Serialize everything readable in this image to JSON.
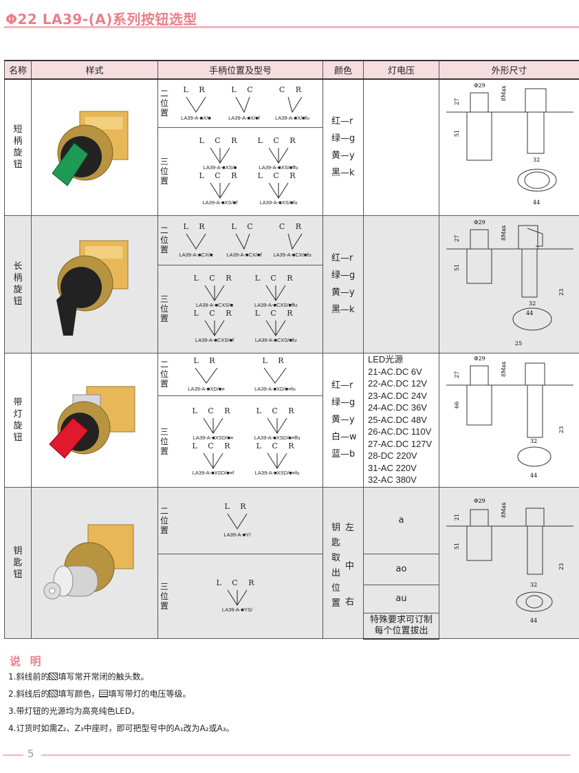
{
  "header": {
    "title": "Φ22 LA39-(A)系列按钮选型"
  },
  "table": {
    "columns": [
      "名称",
      "样式",
      "手柄位置及型号",
      "颜色",
      "灯电压",
      "外形尺寸"
    ],
    "rows": [
      {
        "name": "短柄旋钮",
        "two_pos_label": "二位置",
        "three_pos_label": "三位置",
        "two_pos": [
          {
            "label": "L R",
            "model": "LA39-A-■X/■"
          },
          {
            "label": "L C",
            "model": "LA39-A-■X/■f"
          },
          {
            "label": "C R",
            "model": "LA39-A-■X/■fu"
          }
        ],
        "three_pos": [
          {
            "label": "L C R",
            "model": "LA39-A-■XS/■"
          },
          {
            "label": "L C R",
            "model": "LA39-A-■XS/■ffu"
          },
          {
            "label": "L C R",
            "model": "LA39-A-■XS/■f"
          },
          {
            "label": "L C R",
            "model": "LA39-A-■XS/■fu"
          }
        ],
        "colors": [
          "红—r",
          "绿—g",
          "黄—y",
          "黑—k"
        ]
      },
      {
        "name": "长柄旋钮",
        "two_pos_label": "二位置",
        "three_pos_label": "三位置",
        "two_pos": [
          {
            "label": "L R",
            "model": "LA39-A-■CX/■"
          },
          {
            "label": "L C",
            "model": "LA39-A-■CX/■f"
          },
          {
            "label": "C R",
            "model": "LA39-A-■CX/■fu"
          }
        ],
        "three_pos": [
          {
            "label": "L C R",
            "model": "LA39-A-■CXS/■"
          },
          {
            "label": "L C R",
            "model": "LA39-A-■CXS/■ffu"
          },
          {
            "label": "L C R",
            "model": "LA39-A-■CXS/■f"
          },
          {
            "label": "L C R",
            "model": "LA39-A-■CXS/■fu"
          }
        ],
        "colors": [
          "红—r",
          "绿—g",
          "黄—y",
          "黑—k"
        ]
      },
      {
        "name": "带灯旋钮",
        "two_pos_label": "二位置",
        "three_pos_label": "三位置",
        "two_pos": [
          {
            "label": "L R",
            "model": "LA39-A-■XD/■≡"
          },
          {
            "label": "L R",
            "model": "LA39-A-■XD/■≡fu"
          }
        ],
        "three_pos": [
          {
            "label": "L C R",
            "model": "LA39-A-■XSD/■≡"
          },
          {
            "label": "L C R",
            "model": "LA39-A-■XSD/■≡ffu"
          },
          {
            "label": "L C R",
            "model": "LA39-A-■XSD/■≡f"
          },
          {
            "label": "L C R",
            "model": "LA39-A-■XSD/■≡fu"
          }
        ],
        "colors": [
          "红—r",
          "绿—g",
          "黄—y",
          "白—w",
          "蓝—b"
        ],
        "voltages": [
          "LED光源",
          "21-AC.DC 6V",
          "22-AC.DC 12V",
          "23-AC.DC 24V",
          "24-AC.DC 36V",
          "25-AC.DC 48V",
          "26-AC.DC 110V",
          "27-AC.DC 127V",
          "28-DC 220V",
          "31-AC 220V",
          "32-AC 380V"
        ]
      },
      {
        "name": "钥匙钮",
        "two_pos_label": "二位置",
        "three_pos_label": "三位置",
        "two_pos": [
          {
            "label": "L R",
            "model": "LA39-A-■Y/"
          }
        ],
        "three_pos": [
          {
            "label": "L C R",
            "model": "LA39-A-■YS/"
          }
        ],
        "key_text": [
          "钥",
          "匙",
          "取",
          "出",
          "位",
          "置"
        ],
        "key_pos": [
          "左",
          "中",
          "右"
        ],
        "key_codes": [
          "a",
          "ao",
          "au"
        ],
        "key_note": "特殊要求可订制每个位置拔出"
      }
    ]
  },
  "dims": {
    "d29": "Φ29",
    "max8": "8Max",
    "h27": "27",
    "h21": "21",
    "h51": "51",
    "h66": "66",
    "w32": "32",
    "w44": "44",
    "h23": "23",
    "w25": "25"
  },
  "notes": {
    "title": "说 明",
    "n1a": "1.斜线前的",
    "n1b": "填写常开常闭的触头数。",
    "n2a": "2.斜线后的",
    "n2b": "填写颜色，",
    "n2c": "填写带灯的电压等级。",
    "n3": "3.带灯钮的光源均为高亮纯色LED。",
    "n4": "4.订货时如需Z₂、Z₃中座时，即可把型号中的A₁改为A₂或A₃。"
  },
  "footer": {
    "page": "5"
  }
}
